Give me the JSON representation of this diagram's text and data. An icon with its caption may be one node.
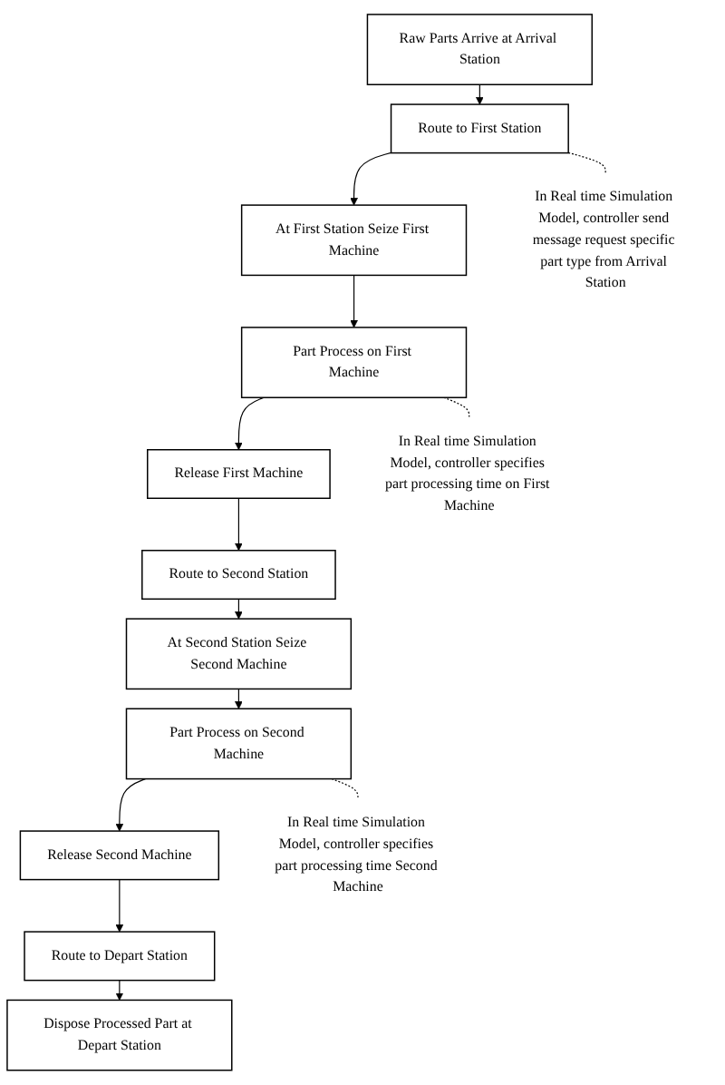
{
  "diagram": {
    "nodes": [
      {
        "text": [
          "Raw Parts Arrive at Arrival Station"
        ]
      },
      {
        "text": [
          "Route to First Station"
        ]
      },
      {
        "text": [
          "At First Station Seize First Machine"
        ]
      },
      {
        "text": [
          "Part Process on First Machine"
        ]
      },
      {
        "text": [
          "Release First Machine"
        ]
      },
      {
        "text": [
          "Route to Second Station"
        ]
      },
      {
        "text": [
          "At Second Station Seize Second Machine"
        ]
      },
      {
        "text": [
          "Part Process on Second Machine"
        ]
      },
      {
        "text": [
          "Release Second Machine"
        ]
      },
      {
        "text": [
          "Route to Depart Station"
        ]
      },
      {
        "text": [
          "Dispose Processed Part at Depart Station"
        ]
      },
      {
        "text": [
          "In Real time Simulation Model, controller send message request specific part type from Arrival Station"
        ]
      },
      {
        "text": [
          "In Real time Simulation Model, controller specifies part processing time on First Machine"
        ]
      },
      {
        "text": [
          "In Real time Simulation Model, controller specifies part processing time Second Machine"
        ]
      }
    ],
    "edges": [
      {
        "from": 0,
        "to": 1,
        "arrow": "to"
      },
      {
        "from": 1,
        "to": 2,
        "arrow": "to"
      },
      {
        "from": 2,
        "to": 3,
        "arrow": "to"
      },
      {
        "from": 3,
        "to": 4,
        "arrow": "to"
      },
      {
        "from": 4,
        "to": 5,
        "arrow": "to"
      },
      {
        "from": 5,
        "to": 6,
        "arrow": "to"
      },
      {
        "from": 6,
        "to": 7,
        "arrow": "to"
      },
      {
        "from": 7,
        "to": 8,
        "arrow": "to"
      },
      {
        "from": 8,
        "to": 9,
        "arrow": "to"
      },
      {
        "from": 9,
        "to": 10,
        "arrow": "to"
      },
      {
        "from": 1,
        "to": 11,
        "arrow": "none",
        "style": "dashed"
      },
      {
        "from": 3,
        "to": 12,
        "arrow": "none",
        "style": "dashed"
      },
      {
        "from": 7,
        "to": 13,
        "arrow": "none",
        "style": "dashed"
      }
    ]
  }
}
